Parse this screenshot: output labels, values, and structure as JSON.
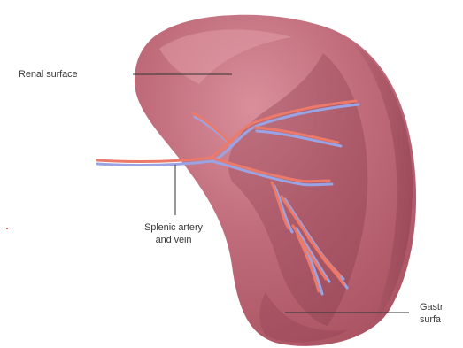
{
  "labels": {
    "renal": "Renal surface",
    "splenic_line1": "Splenic artery",
    "splenic_line2": "and vein",
    "gastric_line1": "Gastr",
    "gastric_line2": "surfa"
  },
  "colors": {
    "spleen_body": "#b85e6e",
    "spleen_light": "#d98a96",
    "spleen_dark": "#8e3f52",
    "artery": "#ec7a6a",
    "vein": "#9aa4e4",
    "leader_line": "#333333",
    "label_text": "#3a3a3a",
    "accent_dot": "#d7322f"
  }
}
